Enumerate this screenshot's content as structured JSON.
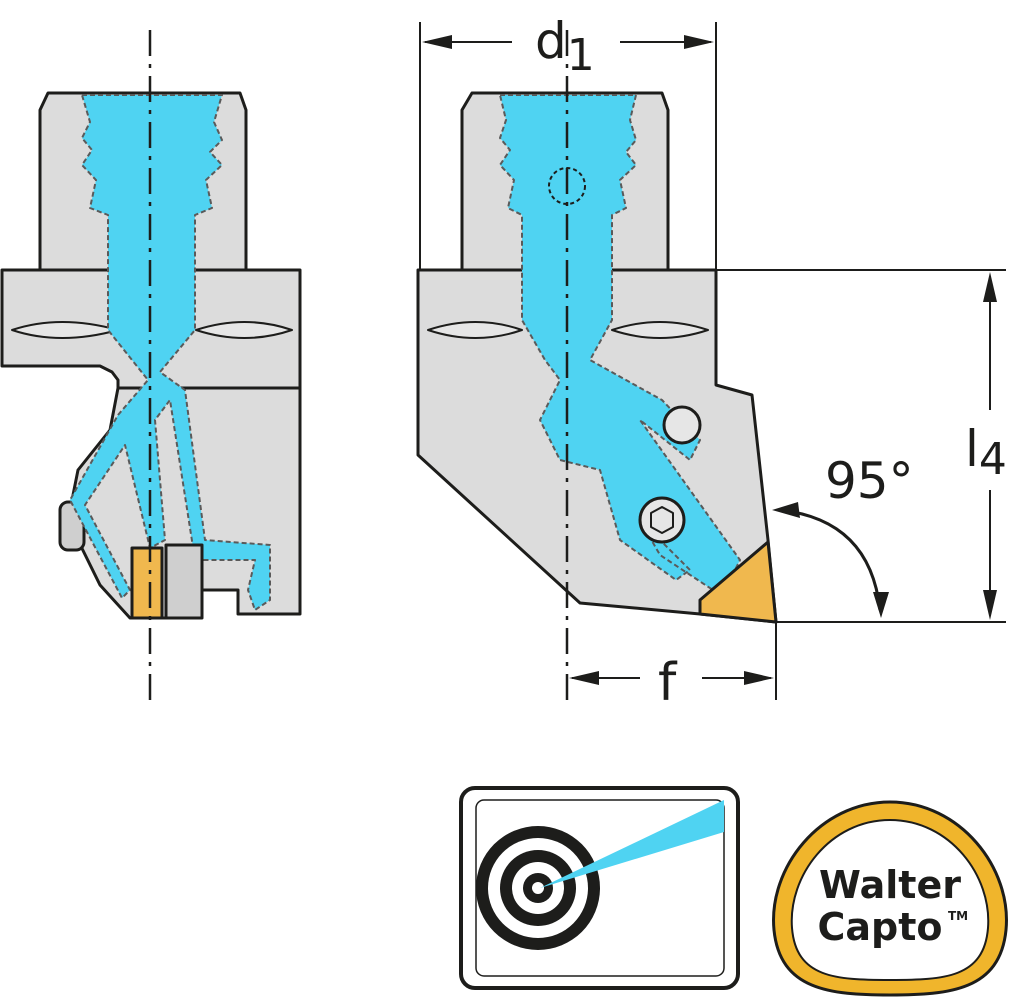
{
  "dimensions": {
    "d1": {
      "main": "d",
      "sub": "1"
    },
    "l4": {
      "main": "l",
      "sub": "4"
    },
    "f": "f",
    "angle": "95°"
  },
  "badges": {
    "coolant": {
      "icon": "target-coolant-icon"
    },
    "brand": {
      "line1": "Walter",
      "line2": "Capto",
      "tm": "TM"
    }
  },
  "colors": {
    "body": "#dcdcdc",
    "coolant": "#4fd3f2",
    "insert": "#f0b84e",
    "outline": "#1d1d1b",
    "logo_ring": "#f0b52c"
  }
}
